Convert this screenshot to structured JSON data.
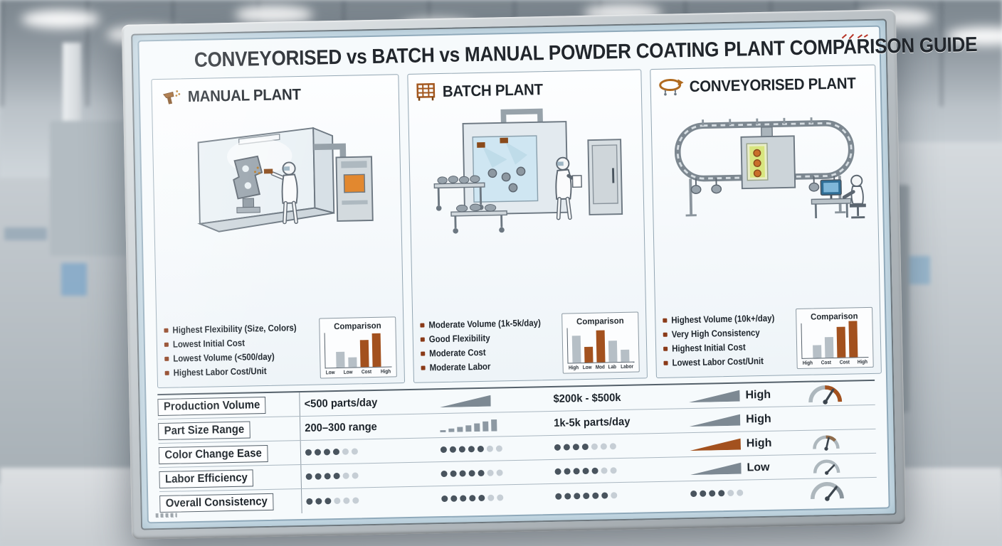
{
  "title": "CONVEYORISED vs BATCH vs MANUAL POWDER COATING PLANT COMPARISON GUIDE",
  "cards": [
    {
      "title": "MANUAL PLANT",
      "icon": "spray-gun-icon",
      "bullets": [
        "Highest Flexibility (Size, Colors)",
        "Lowest Initial Cost",
        "Lowest Volume (<500/day)",
        "Highest Labor Cost/Unit"
      ],
      "comparison": {
        "label": "Comparison",
        "bars": [
          22,
          14,
          38,
          47
        ],
        "colors": [
          "#b6bfc6",
          "#b6bfc6",
          "#a3511e",
          "#a3511e"
        ],
        "ticks": [
          "Low",
          "Low",
          "Cost",
          "High"
        ]
      }
    },
    {
      "title": "BATCH PLANT",
      "icon": "batch-rack-icon",
      "bullets": [
        "Moderate Volume (1k-5k/day)",
        "Good Flexibility",
        "Moderate Cost",
        "Moderate Labor"
      ],
      "comparison": {
        "label": "Comparison",
        "bars": [
          38,
          22,
          45,
          30,
          17
        ],
        "colors": [
          "#b6bfc6",
          "#a3511e",
          "#a3511e",
          "#b6bfc6",
          "#b6bfc6"
        ],
        "ticks": [
          "High",
          "Low",
          "Mod",
          "Lab",
          "Labor"
        ]
      }
    },
    {
      "title": "CONVEYORISED PLANT",
      "icon": "conveyor-loop-icon",
      "bullets": [
        "Highest Volume (10k+/day)",
        "Very High Consistency",
        "Highest Initial Cost",
        "Lowest Labor Cost/Unit"
      ],
      "comparison": {
        "label": "Comparison",
        "bars": [
          18,
          29,
          43,
          51
        ],
        "colors": [
          "#b6bfc6",
          "#b6bfc6",
          "#a3511e",
          "#a3511e"
        ],
        "ticks": [
          "High",
          "Cost",
          "Cost",
          "High"
        ]
      }
    }
  ],
  "table": {
    "rows": [
      {
        "label": "Production Volume",
        "value1": "<500 parts/day",
        "value2": "$200k - $500k",
        "level": "High"
      },
      {
        "label": "Part Size Range",
        "value1": "200–300 range",
        "value2": "1k-5k parts/day",
        "level": "High"
      },
      {
        "label": "Color Change Ease",
        "dots1": {
          "filled": 4,
          "total": 6
        },
        "dots2": {
          "filled": 5,
          "total": 7
        },
        "dots3": {
          "filled": 4,
          "total": 7
        },
        "level": "High"
      },
      {
        "label": "Labor Efficiency",
        "dots1": {
          "filled": 4,
          "total": 6
        },
        "dots2": {
          "filled": 5,
          "total": 7
        },
        "dots3": {
          "filled": 5,
          "total": 7
        },
        "level": "Low"
      },
      {
        "label": "Overall Consistency",
        "dots1": {
          "filled": 3,
          "total": 6
        },
        "dots2": {
          "filled": 5,
          "total": 7
        },
        "dots3": {
          "filled": 6,
          "total": 7
        },
        "dots4": {
          "filled": 4,
          "total": 6
        }
      }
    ]
  },
  "colors": {
    "accent_brown": "#a3511e",
    "bar_gray": "#b6bfc6",
    "board_border": "#8fa9ba"
  }
}
